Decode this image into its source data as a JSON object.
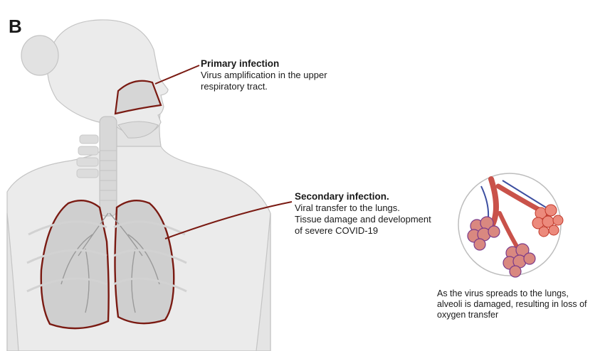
{
  "panel_label": "B",
  "primary_infection": {
    "title": "Primary infection",
    "lines": [
      "Virus amplification in the upper",
      "respiratory tract."
    ]
  },
  "secondary_infection": {
    "title": "Secondary infection.",
    "lines": [
      "Viral transfer to the lungs.",
      "Tissue damage and development",
      "of severe COVID-19"
    ]
  },
  "alveoli_caption": {
    "lines": [
      "As the virus spreads to the lungs,",
      "alveoli is damaged, resulting in loss of",
      "oxygen transfer"
    ]
  },
  "colors": {
    "outline_red": "#7a1a12",
    "body_gray": "#e6e6e6",
    "body_stroke": "#bdbdbd",
    "alveoli_red": "#d9534f",
    "alveoli_blue": "#3c4ea0"
  }
}
